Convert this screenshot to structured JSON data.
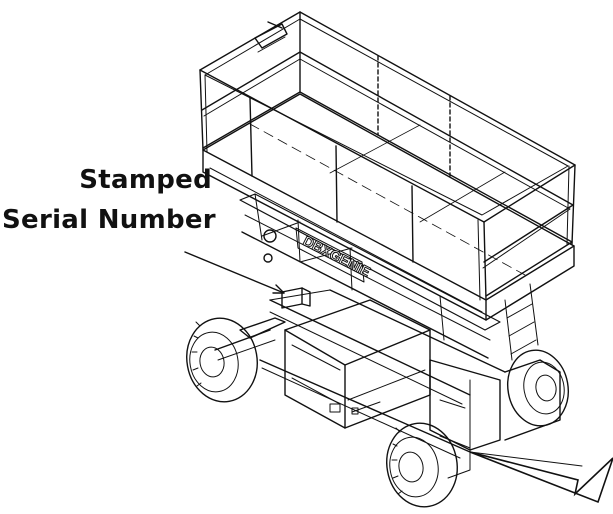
{
  "callout": {
    "line1": "Stamped",
    "line2": "Serial Number"
  },
  "decal_text": "DBXGENIE",
  "colors": {
    "ink": "#111111",
    "paper": "#ffffff"
  }
}
